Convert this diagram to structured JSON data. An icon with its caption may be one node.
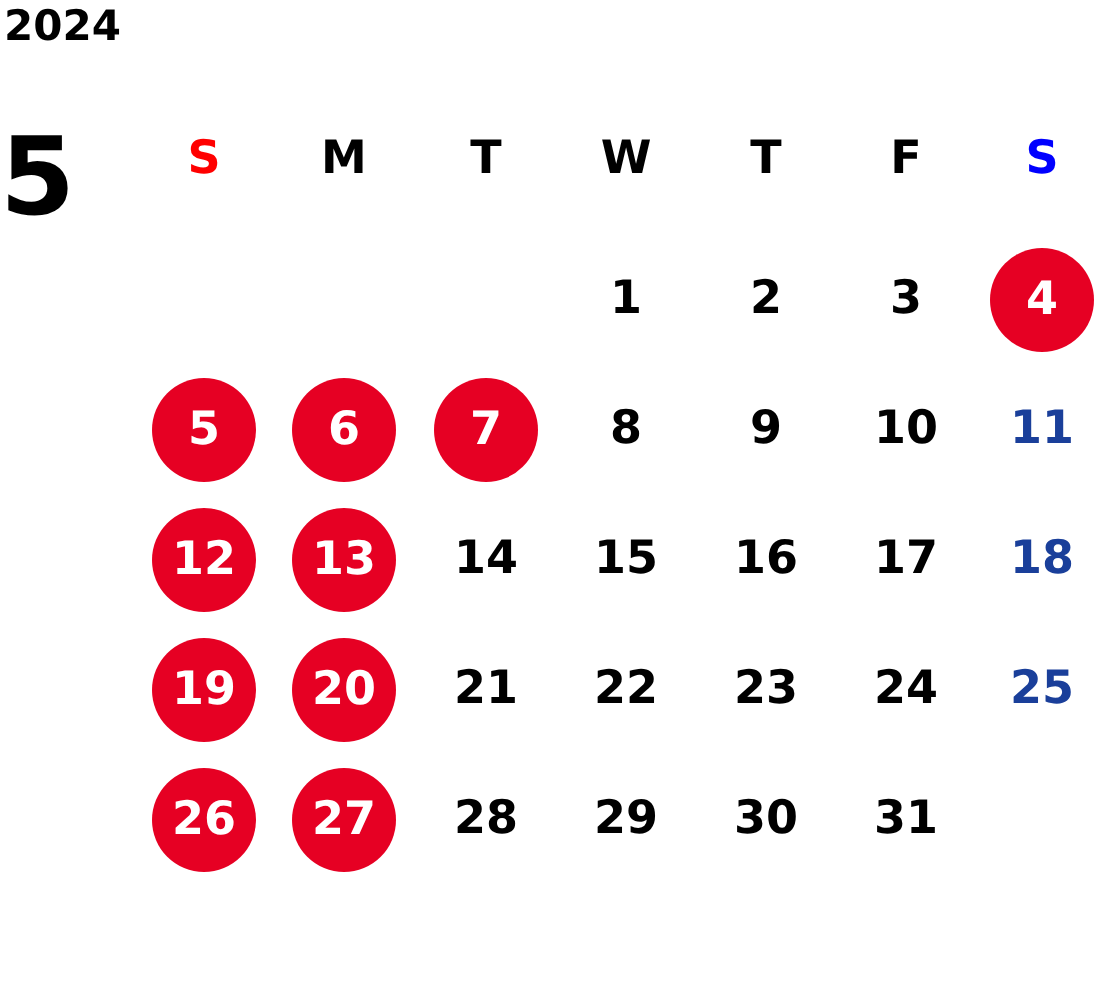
{
  "diagram": {
    "title": "2024",
    "nodes": [
      {
        "text": [
          "4"
        ]
      },
      {
        "text": [
          "5"
        ]
      },
      {
        "text": [
          "6"
        ]
      },
      {
        "text": [
          "7"
        ]
      },
      {
        "text": [
          "12"
        ]
      },
      {
        "text": [
          "13"
        ]
      },
      {
        "text": [
          "19"
        ]
      },
      {
        "text": [
          "20"
        ]
      },
      {
        "text": [
          "26"
        ]
      },
      {
        "text": [
          "27"
        ]
      }
    ],
    "labels": [
      "5",
      "S",
      "M",
      "T",
      "W",
      "T",
      "F",
      "S",
      "1",
      "2",
      "3",
      "8",
      "9",
      "10",
      "11",
      "14",
      "15",
      "16",
      "17",
      "18",
      "21",
      "22",
      "23",
      "24",
      "25",
      "28",
      "29",
      "30",
      "31"
    ]
  }
}
